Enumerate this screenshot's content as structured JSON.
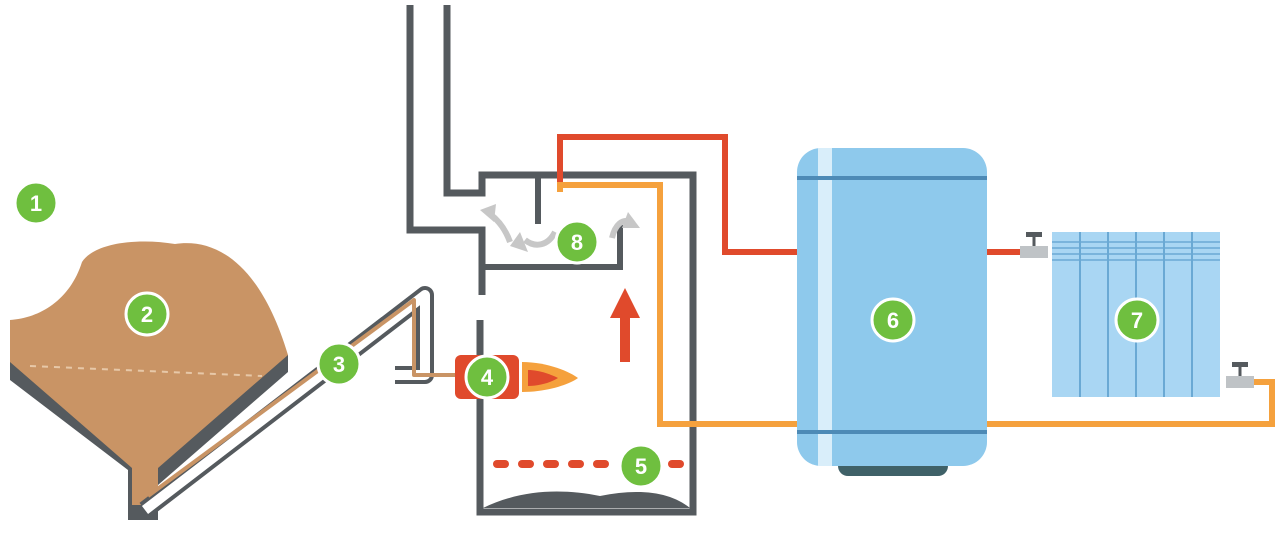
{
  "markers": [
    {
      "id": "m1",
      "label": "1"
    },
    {
      "id": "m2",
      "label": "2"
    },
    {
      "id": "m3",
      "label": "3"
    },
    {
      "id": "m4",
      "label": "4"
    },
    {
      "id": "m5",
      "label": "5"
    },
    {
      "id": "m6",
      "label": "6"
    },
    {
      "id": "m7",
      "label": "7"
    },
    {
      "id": "m8",
      "label": "8"
    }
  ],
  "colors": {
    "marker_green": "#6fbf3f",
    "hot_pipe": "#e04a2c",
    "return_pipe": "#f5a13d",
    "boiler_wall": "#555a5e",
    "pellet_store": "#c99465",
    "tank": "#8ec9ec",
    "radiator": "#a9d6f3",
    "smoke_arrow": "#c7c7c7"
  }
}
